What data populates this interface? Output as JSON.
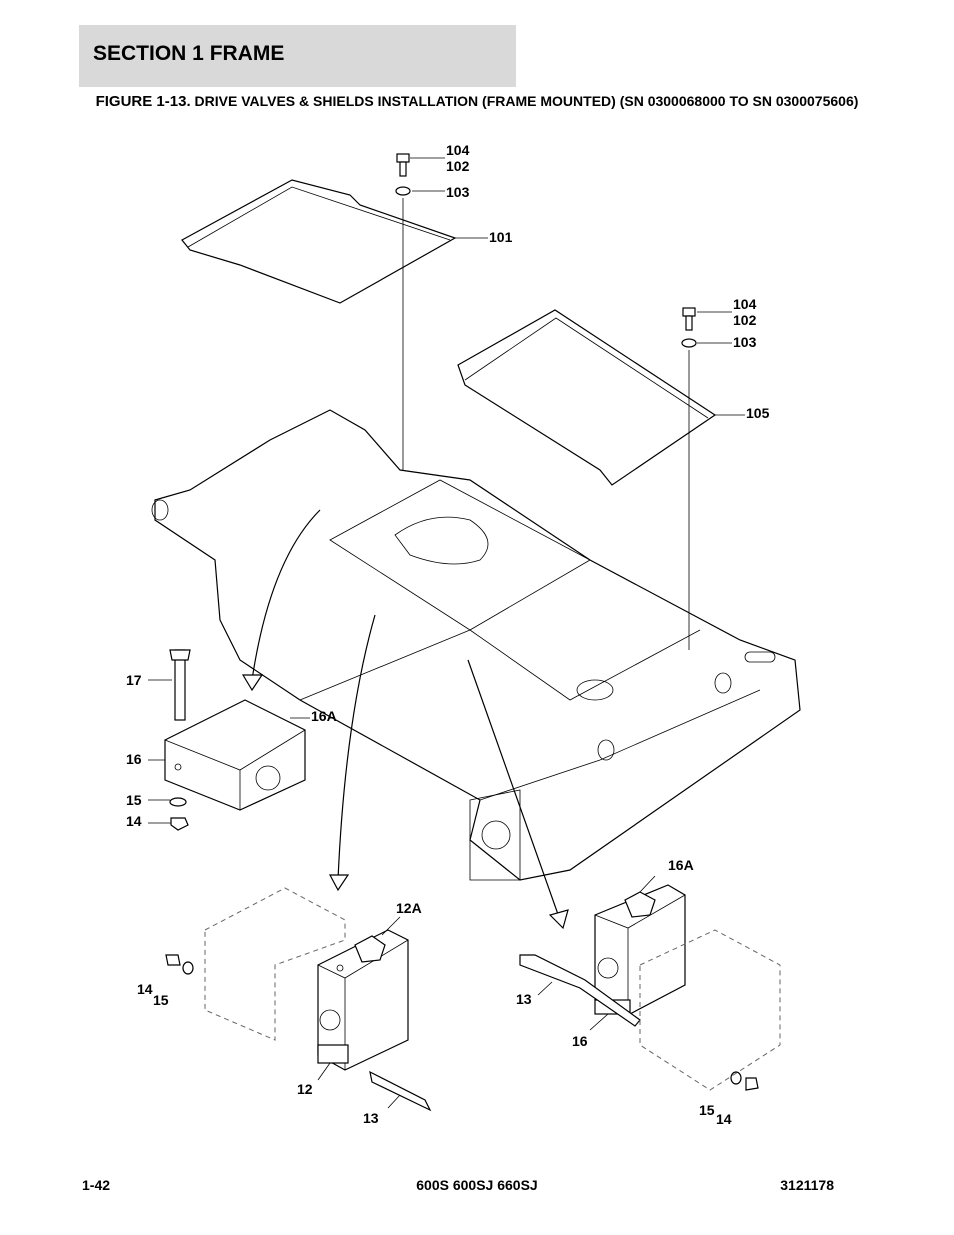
{
  "header": {
    "section_title": "SECTION 1  FRAME"
  },
  "figure": {
    "label": "FIGURE 1-13.",
    "caption": "DRIVE VALVES & SHIELDS INSTALLATION (FRAME MOUNTED) (SN 0300068000 TO SN 0300075606)"
  },
  "callouts": {
    "c104a": "104",
    "c102a": "102",
    "c103a": "103",
    "c101": "101",
    "c104b": "104",
    "c102b": "102",
    "c103b": "103",
    "c105": "105",
    "c17": "17",
    "c16a_left": "16A",
    "c16": "16",
    "c15_left": "15",
    "c14_left": "14",
    "c16a_right": "16A",
    "c12a": "12A",
    "c14_mid": "14",
    "c15_mid": "15",
    "c13_mid": "13",
    "c12": "12",
    "c13_bottom": "13",
    "c16_right": "16",
    "c15_right": "15",
    "c14_right": "14"
  },
  "footer": {
    "page_number": "1-42",
    "models": "600S 600SJ 660SJ",
    "doc_number": "3121178"
  }
}
